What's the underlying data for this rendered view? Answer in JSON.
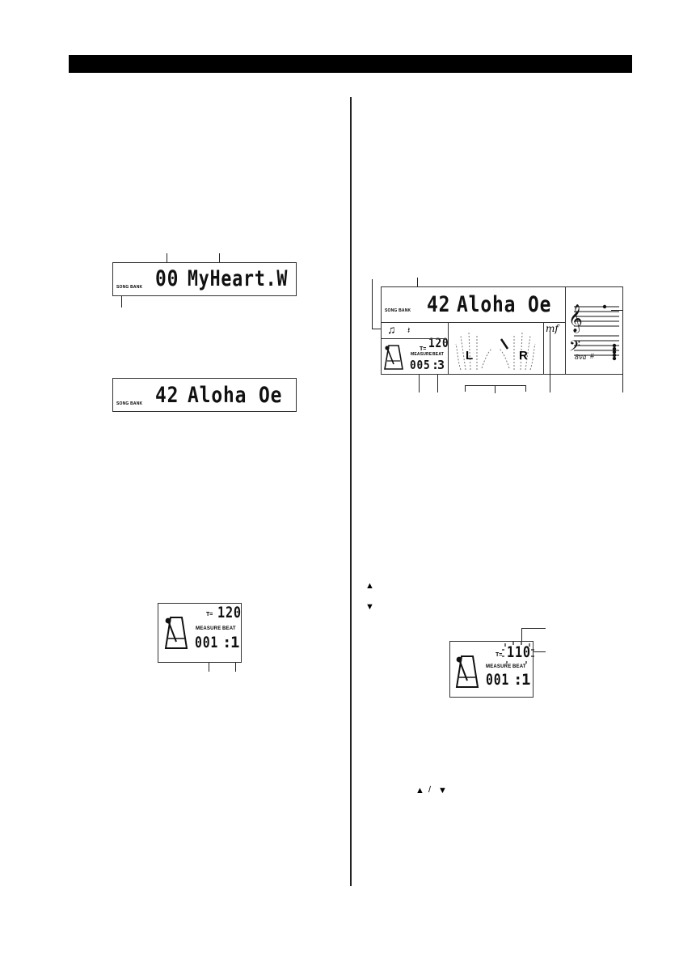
{
  "displays": {
    "song_name_1": {
      "bank_label": "SONG BANK",
      "number": "00",
      "name": "MyHeart.W"
    },
    "song_name_2": {
      "bank_label": "SONG BANK",
      "number": "42",
      "name": "Aloha Oe"
    },
    "full_display": {
      "bank_label": "SONG BANK",
      "number": "42",
      "name": "Aloha Oe",
      "tempo_prefix": "T=",
      "tempo": "120",
      "measure_label": "MEASURE",
      "beat_label": "BEAT",
      "measure": "005",
      "beat": "3",
      "left_hand": "L",
      "right_hand": "R",
      "dynamics": "mf",
      "octave": "8va",
      "sharp": "#"
    },
    "metronome_1": {
      "tempo_prefix": "T=",
      "tempo": "120",
      "measure_label": "MEASURE",
      "beat_label": "BEAT",
      "measure": "001",
      "beat": "1"
    },
    "metronome_2": {
      "tempo_prefix": "T=",
      "tempo": "110",
      "measure_label": "MEASURE",
      "beat_label": "BEAT",
      "measure": "001",
      "beat": "1"
    }
  },
  "arrows": {
    "up": "▲",
    "down": "▼",
    "inline_up": "▲",
    "inline_sep": "/",
    "inline_down": "▼"
  }
}
